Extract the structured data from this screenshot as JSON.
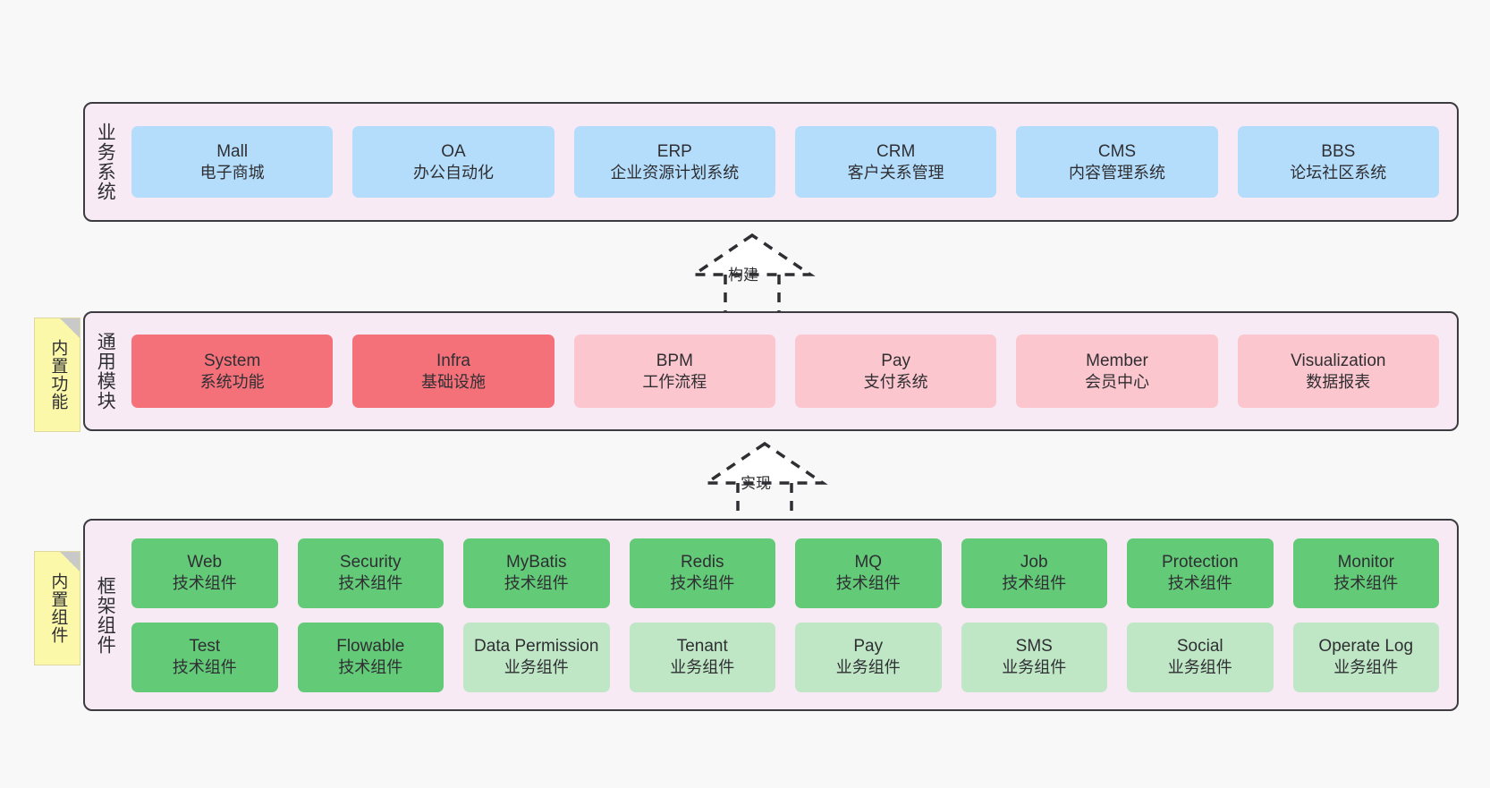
{
  "diagram": {
    "background_color": "#f8f8f8",
    "panel_background": "#f7eaf5",
    "panel_border": "#3b3b40"
  },
  "notes": [
    {
      "id": "builtin-features",
      "text": "内置功能",
      "color": "#fcf8a9"
    },
    {
      "id": "builtin-components",
      "text": "内置组件",
      "color": "#fcf8a9"
    }
  ],
  "connectors": [
    {
      "id": "build",
      "label": "构建",
      "style": "dashed-generalization"
    },
    {
      "id": "implement",
      "label": "实现",
      "style": "dashed-generalization"
    }
  ],
  "layers": [
    {
      "id": "business-systems",
      "label": "业务系统",
      "card_color": "#b4ddfb",
      "rows": [
        [
          {
            "en": "Mall",
            "cn": "电子商城",
            "color": "blue"
          },
          {
            "en": "OA",
            "cn": "办公自动化",
            "color": "blue"
          },
          {
            "en": "ERP",
            "cn": "企业资源计划系统",
            "color": "blue"
          },
          {
            "en": "CRM",
            "cn": "客户关系管理",
            "color": "blue"
          },
          {
            "en": "CMS",
            "cn": "内容管理系统",
            "color": "blue"
          },
          {
            "en": "BBS",
            "cn": "论坛社区系统",
            "color": "blue"
          }
        ]
      ]
    },
    {
      "id": "common-modules",
      "label": "通用模块",
      "card_color": "#f5717a",
      "rows": [
        [
          {
            "en": "System",
            "cn": "系统功能",
            "color": "red"
          },
          {
            "en": "Infra",
            "cn": "基础设施",
            "color": "red"
          },
          {
            "en": "BPM",
            "cn": "工作流程",
            "color": "pink"
          },
          {
            "en": "Pay",
            "cn": "支付系统",
            "color": "pink"
          },
          {
            "en": "Member",
            "cn": "会员中心",
            "color": "pink"
          },
          {
            "en": "Visualization",
            "cn": "数据报表",
            "color": "pink"
          }
        ]
      ]
    },
    {
      "id": "framework-components",
      "label": "框架组件",
      "card_color": "#63ca78",
      "rows": [
        [
          {
            "en": "Web",
            "cn": "技术组件",
            "color": "green"
          },
          {
            "en": "Security",
            "cn": "技术组件",
            "color": "green"
          },
          {
            "en": "MyBatis",
            "cn": "技术组件",
            "color": "green"
          },
          {
            "en": "Redis",
            "cn": "技术组件",
            "color": "green"
          },
          {
            "en": "MQ",
            "cn": "技术组件",
            "color": "green"
          },
          {
            "en": "Job",
            "cn": "技术组件",
            "color": "green"
          },
          {
            "en": "Protection",
            "cn": "技术组件",
            "color": "green"
          },
          {
            "en": "Monitor",
            "cn": "技术组件",
            "color": "green"
          }
        ],
        [
          {
            "en": "Test",
            "cn": "技术组件",
            "color": "green"
          },
          {
            "en": "Flowable",
            "cn": "技术组件",
            "color": "green"
          },
          {
            "en": "Data Permission",
            "cn": "业务组件",
            "color": "lightgreen"
          },
          {
            "en": "Tenant",
            "cn": "业务组件",
            "color": "lightgreen"
          },
          {
            "en": "Pay",
            "cn": "业务组件",
            "color": "lightgreen"
          },
          {
            "en": "SMS",
            "cn": "业务组件",
            "color": "lightgreen"
          },
          {
            "en": "Social",
            "cn": "业务组件",
            "color": "lightgreen"
          },
          {
            "en": "Operate Log",
            "cn": "业务组件",
            "color": "lightgreen"
          }
        ]
      ]
    }
  ]
}
